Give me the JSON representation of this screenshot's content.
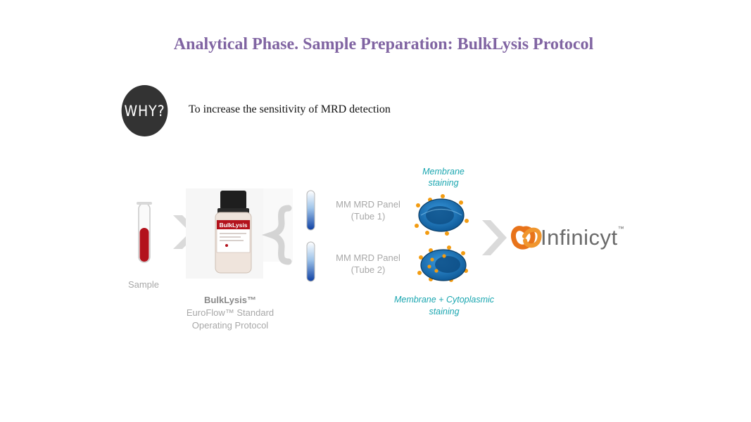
{
  "title": "Analytical Phase. Sample Preparation: BulkLysis Protocol",
  "why": {
    "icon_text": "WHY?",
    "text": "To increase the sensitivity of MRD detection"
  },
  "diagram": {
    "sample_label": "Sample",
    "bottle_label": "BulkLysis",
    "bulklysis_title": "BulkLysis™",
    "protocol_line1": "EuroFlow™ Standard",
    "protocol_line2": "Operating Protocol",
    "tube1_line1": "MM MRD Panel",
    "tube1_line2": "(Tube 1)",
    "tube2_line1": "MM MRD Panel",
    "tube2_line2": "(Tube 2)",
    "membrane_line1": "Membrane",
    "membrane_line2": "staining",
    "cyto_line1": "Membrane + Cytoplasmic",
    "cyto_line2": "staining",
    "brand": "Infinicyt",
    "brand_tm": "™"
  },
  "colors": {
    "title": "#8064a2",
    "teal": "#1aa6b0",
    "blood": "#b3121c",
    "cell_blue": "#1f7ec4",
    "spike_orange": "#f39c12",
    "brand_orange": "#e8731a"
  }
}
